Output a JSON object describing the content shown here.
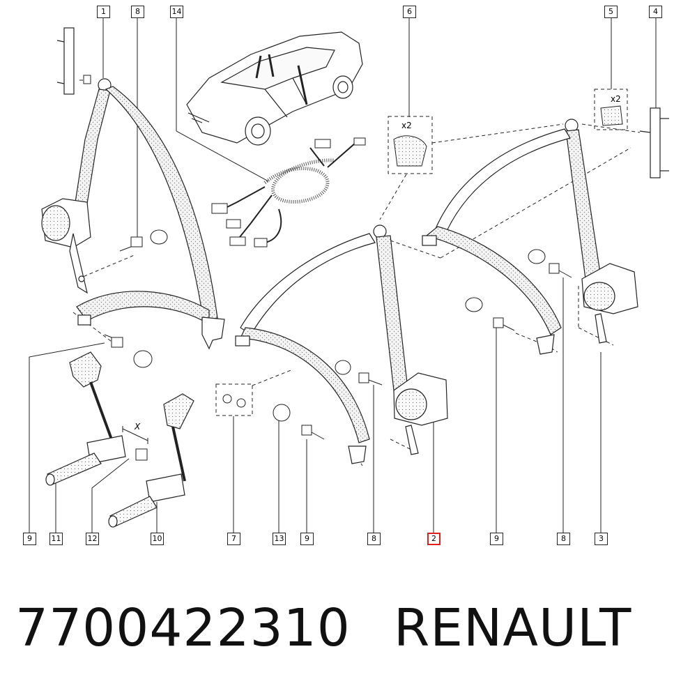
{
  "callouts": {
    "top": [
      "1",
      "8",
      "14",
      "6",
      "5",
      "4"
    ],
    "bottom": [
      "9",
      "11",
      "12",
      "10",
      "7",
      "13",
      "9",
      "8",
      "2",
      "9",
      "8",
      "3"
    ],
    "highlighted": "2"
  },
  "multipliers": {
    "part6": "x2",
    "part5": "x2"
  },
  "dimension_label": "X",
  "caption": {
    "part_number": "7700422310",
    "brand": "RENAULT"
  },
  "colors": {
    "highlight": "#e0201c",
    "line": "#222222"
  }
}
